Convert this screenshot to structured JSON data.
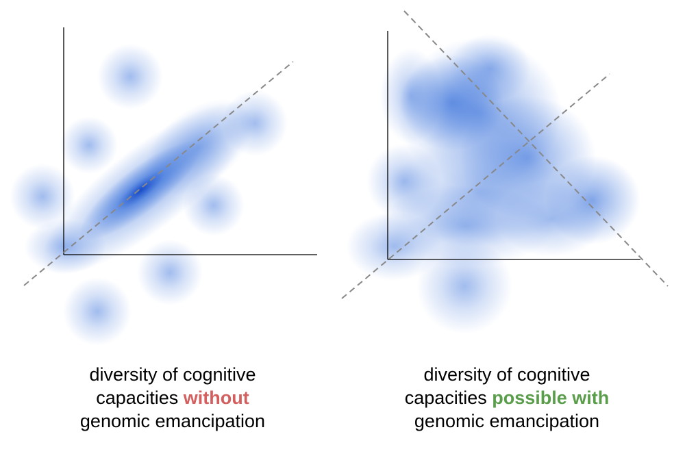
{
  "panels": [
    {
      "caption": {
        "line1": "diversity of cognitive",
        "line2_prefix": "capacities ",
        "emphasis": "without",
        "line3": "genomic emancipation"
      },
      "emphasis_color": "#d45f5f"
    },
    {
      "caption": {
        "line1": "diversity of cognitive",
        "line2_prefix": "capacities ",
        "emphasis": "possible with",
        "line3": "genomic emancipation"
      },
      "emphasis_color": "#5a9e4b"
    }
  ],
  "colors": {
    "blob": "#1f5fd6",
    "axis": "#000000",
    "dashed_line": "#888888"
  }
}
